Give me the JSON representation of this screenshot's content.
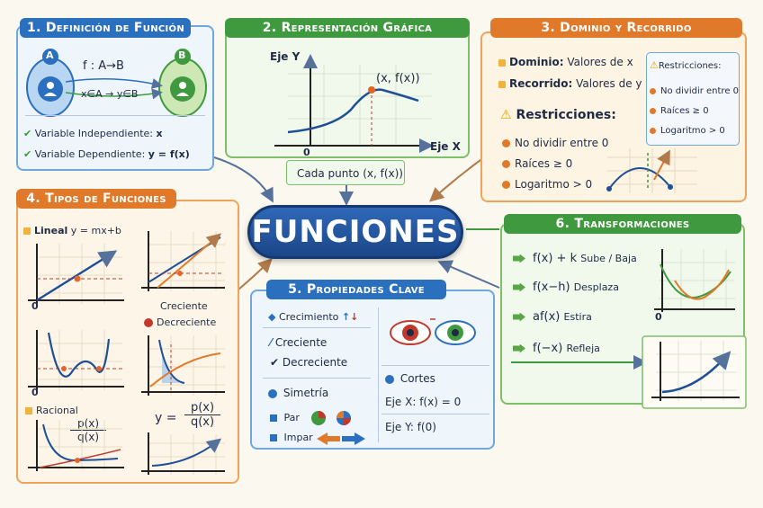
{
  "center": {
    "title": "FUNCIONES"
  },
  "p1": {
    "title": "1. Definición de Función",
    "set_a": "A",
    "set_b": "B",
    "mapping": "f : A→B",
    "relation": "x∈A → y∈B",
    "indep": "Variable Independiente:",
    "indep_var": "x",
    "dep": "Variable Dependiente:",
    "dep_var": "y = f(x)"
  },
  "p2": {
    "title": "2. Representación Gráfica",
    "y_label": "Eje Y",
    "x_label": "Eje X",
    "point_label": "(x, f(x))",
    "origin": "0",
    "caption": "Cada punto (x, f(x))"
  },
  "p3": {
    "title": "3. Dominio y Recorrido",
    "dominio_label": "Dominio:",
    "dominio_text": "Valores de x",
    "recorrido_label": "Recorrido:",
    "recorrido_text": "Valores de y",
    "restr_heading": "Restricciones:",
    "items": [
      "No dividir entre 0",
      "Raíces ≥ 0",
      "Logaritmo > 0"
    ],
    "side_heading": "Restricciones:",
    "side_items": [
      "No dividir entre 0",
      "Raíces ≥ 0",
      "Logaritmo > 0"
    ]
  },
  "p4": {
    "title": "4. Tipos de Funciones",
    "lineal": "Lineal",
    "lineal_eq": "y = mx+b",
    "creciente": "Creciente",
    "decreciente": "Decreciente",
    "racional": "Racional",
    "frac_num": "p(x)",
    "frac_den": "q(x)",
    "y_eq": "y =",
    "origin": "0"
  },
  "p5": {
    "title": "5. Propiedades Clave",
    "crecimiento": "Crecimiento",
    "creciente": "Creciente",
    "decreciente": "Decreciente",
    "simetria": "Simetría",
    "par": "Par",
    "impar": "Impar",
    "cortes": "Cortes",
    "eje_x": "Eje X: f(x) = 0",
    "eje_y": "Eje Y: f(0)"
  },
  "p6": {
    "title": "6. Transformaciones",
    "t1": "f(x) + k",
    "t1_desc": "Sube / Baja",
    "t2": "f(x−h)",
    "t2_desc": "Desplaza",
    "t3": "af(x)",
    "t3_desc": "Estira",
    "t4": "f(−x)",
    "t4_desc": "Refleja",
    "origin": "0"
  },
  "colors": {
    "blue": "#2b74c7",
    "green": "#3f9a3f",
    "orange": "#e07a2a",
    "navy": "#1f4f96"
  }
}
